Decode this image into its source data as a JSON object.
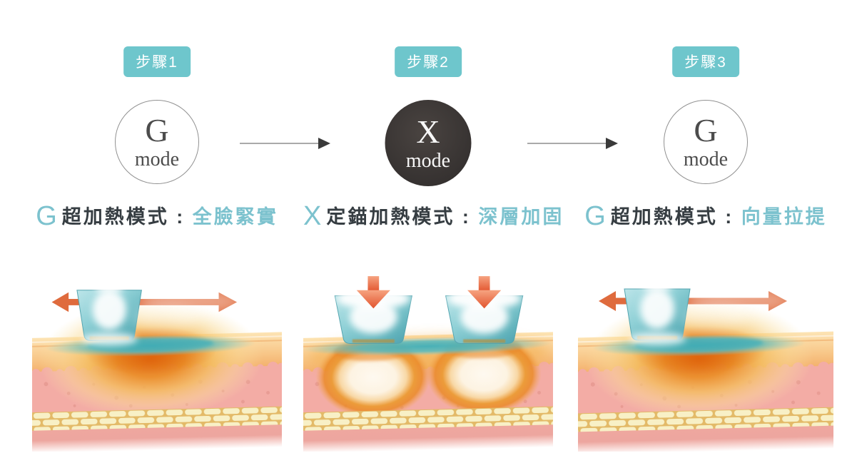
{
  "steps": [
    {
      "badge": "步驟1",
      "mode": {
        "letter": "G",
        "label": "mode",
        "style": "light"
      },
      "desc": {
        "prefix": "G",
        "mid": "超加熱模式 : ",
        "highlight": "全臉緊實"
      },
      "illustration": "glide-heating-skin-cross-section"
    },
    {
      "badge": "步驟2",
      "mode": {
        "letter": "X",
        "label": "mode",
        "style": "dark"
      },
      "desc": {
        "prefix": "X",
        "mid": "定錨加熱模式 : ",
        "highlight": "深層加固"
      },
      "illustration": "anchor-heating-skin-cross-section"
    },
    {
      "badge": "步驟3",
      "mode": {
        "letter": "G",
        "label": "mode",
        "style": "light"
      },
      "desc": {
        "prefix": "G",
        "mid": "超加熱模式 : ",
        "highlight": "向量拉提"
      },
      "illustration": "glide-heating-skin-cross-section"
    }
  ],
  "icons": {
    "connector": "arrow-right",
    "glide": "double-horizontal-arrow",
    "anchor": "down-arrow"
  },
  "colors": {
    "badge_teal": "#6ec6cc",
    "accent_teal": "#7cc2ce",
    "text_dark": "#363d42",
    "dark_circle": "#383432",
    "heat_orange": "#e1660e",
    "treatment_arrow_orange": "#df6b3d",
    "connector_gray": "#aaaaaa",
    "cooling_teal": "#4fb6c0",
    "dermis_pink": "#f3aca5",
    "fat_cream": "#f8f0c6"
  }
}
